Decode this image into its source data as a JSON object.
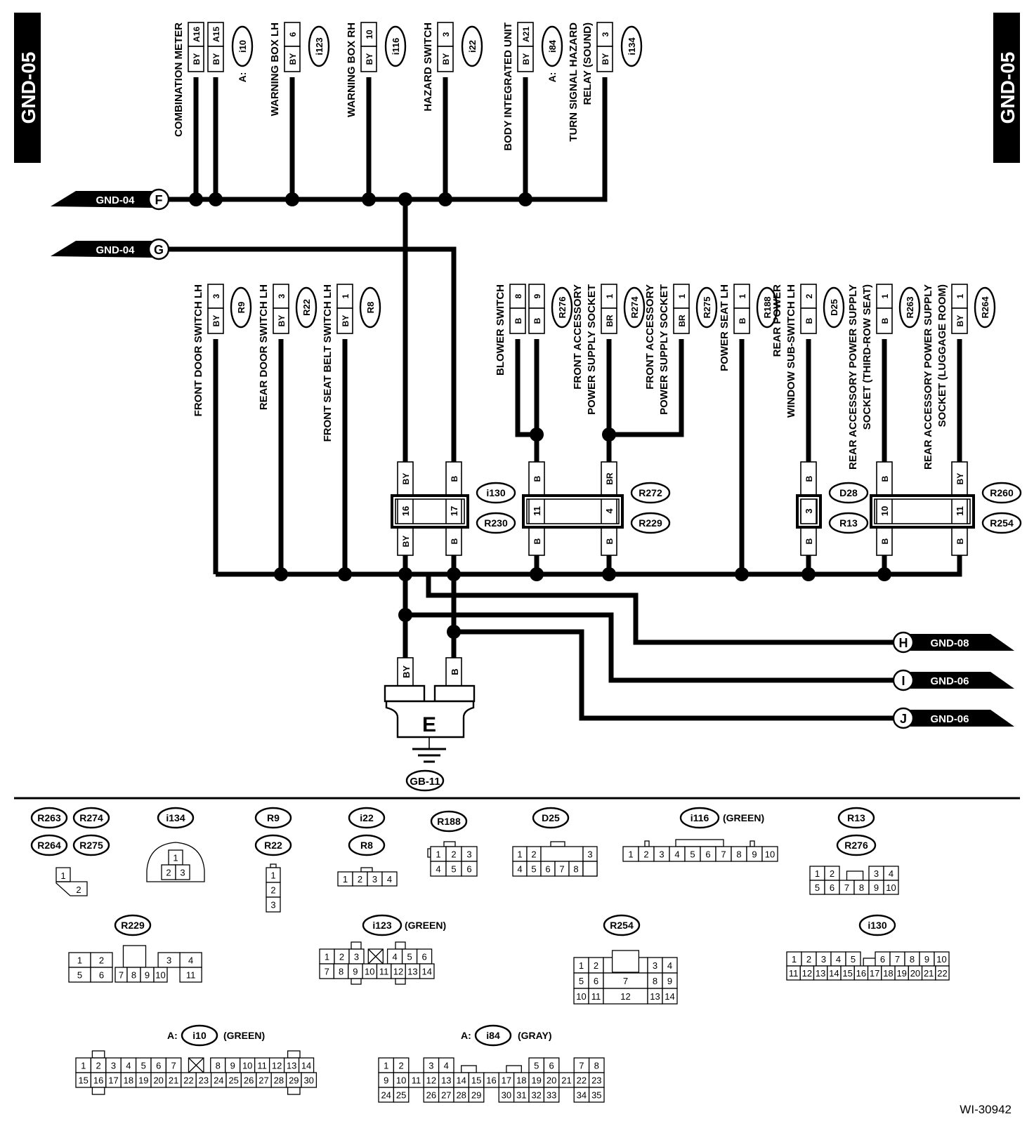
{
  "diagram_id": "WI-30942",
  "page_code": "GND-05",
  "ground_name": "E",
  "ground_point": "GB-11",
  "refs": {
    "F": "GND-04",
    "G": "GND-04",
    "H": "GND-08",
    "I": "GND-06",
    "J": "GND-06"
  },
  "top": [
    {
      "key": "cmA16",
      "label": "COMBINATION METER",
      "pin": "A16",
      "color": "BY",
      "conn": ""
    },
    {
      "key": "cmA15",
      "label": "",
      "pin": "A15",
      "color": "BY",
      "conn": "i10",
      "prefix": "A:"
    },
    {
      "key": "wblh",
      "label": "WARNING BOX LH",
      "pin": "6",
      "color": "BY",
      "conn": "i123"
    },
    {
      "key": "wbrh",
      "label": "WARNING BOX RH",
      "pin": "10",
      "color": "BY",
      "conn": "i116"
    },
    {
      "key": "haz",
      "label": "HAZARD SWITCH",
      "pin": "3",
      "color": "BY",
      "conn": "i22"
    },
    {
      "key": "biu",
      "label": "BODY INTEGRATED UNIT",
      "pin": "A21",
      "color": "BY",
      "conn": "i84",
      "prefix": "A:"
    },
    {
      "key": "tsr",
      "label": "TURN SIGNAL HAZARD",
      "label2": "RELAY (SOUND)",
      "pin": "3",
      "color": "BY",
      "conn": "i134"
    }
  ],
  "mid": [
    {
      "key": "fdsw",
      "label": "FRONT DOOR SWITCH LH",
      "pin": "3",
      "color": "BY",
      "conn": "R9"
    },
    {
      "key": "rdsw",
      "label": "REAR DOOR SWITCH LH",
      "pin": "3",
      "color": "BY",
      "conn": "R22"
    },
    {
      "key": "fsb",
      "label": "FRONT SEAT BELT SWITCH LH",
      "pin": "1",
      "color": "BY",
      "conn": "R8"
    },
    {
      "key": "blw8",
      "label": "BLOWER SWITCH",
      "pin": "8",
      "color": "B",
      "conn": ""
    },
    {
      "key": "blw9",
      "label": "",
      "pin": "9",
      "color": "B",
      "conn": "R276"
    },
    {
      "key": "faps1",
      "label": "FRONT ACCESSORY",
      "label2": "POWER SUPPLY SOCKET",
      "pin": "1",
      "color": "BR",
      "conn": "R274"
    },
    {
      "key": "faps2",
      "label": "FRONT ACCESSORY",
      "label2": "POWER SUPPLY SOCKET",
      "pin": "1",
      "color": "BR",
      "conn": "R275"
    },
    {
      "key": "psl",
      "label": "POWER SEAT LH",
      "pin": "1",
      "color": "B",
      "conn": "R188"
    },
    {
      "key": "rpw",
      "label": "REAR POWER",
      "label2": "WINDOW SUB-SWITCH LH",
      "pin": "2",
      "color": "B",
      "conn": "D25"
    },
    {
      "key": "raps3",
      "label": "REAR ACCESSORY POWER SUPPLY",
      "label2": "SOCKET (THIRD-ROW SEAT)",
      "pin": "1",
      "color": "B",
      "conn": "R263"
    },
    {
      "key": "rapsl",
      "label": "REAR ACCESSORY POWER SUPPLY",
      "label2": "SOCKET (LUGGAGE ROOM)",
      "pin": "1",
      "color": "BY",
      "conn": "R264"
    }
  ],
  "joints": [
    {
      "key": "j1",
      "top": "i130",
      "bot": "R230",
      "pins": [
        "16",
        "17"
      ],
      "colors_top": [
        "BY",
        "B"
      ],
      "colors_bot": [
        "BY",
        "B"
      ]
    },
    {
      "key": "j2",
      "top": "R272",
      "bot": "R229",
      "pins": [
        "11",
        "4"
      ],
      "colors_top": [
        "B",
        "BR"
      ],
      "colors_bot": [
        "B",
        "B"
      ]
    },
    {
      "key": "j3",
      "top": "D28",
      "bot": "R13",
      "pins": [
        "3"
      ],
      "colors_top": [
        "B"
      ],
      "colors_bot": [
        "B"
      ]
    },
    {
      "key": "j4",
      "top": "R260",
      "bot": "R254",
      "pins": [
        "10",
        "11"
      ],
      "colors_top": [
        "B",
        "BY"
      ],
      "colors_bot": [
        "B",
        "B"
      ]
    }
  ],
  "ground_wires": [
    "BY",
    "B"
  ],
  "faces": {
    "c1": {
      "names": [
        "R263",
        "R274",
        "R264",
        "R275"
      ],
      "pins": [
        "1",
        "2"
      ]
    },
    "i134": {
      "name": "i134",
      "pins": [
        "1",
        "2",
        "3"
      ]
    },
    "r9": {
      "names": [
        "R9",
        "R22"
      ],
      "pins": [
        "1",
        "2",
        "3"
      ]
    },
    "i22": {
      "names": [
        "i22",
        "R8"
      ],
      "pins": [
        "1",
        "2",
        "3",
        "4"
      ]
    },
    "r188": {
      "name": "R188",
      "pins": [
        "1",
        "2",
        "3",
        "4",
        "5",
        "6"
      ]
    },
    "d25": {
      "name": "D25",
      "pins": [
        "1",
        "2",
        "3",
        "4",
        "5",
        "6",
        "7",
        "8"
      ]
    },
    "i116": {
      "name": "i116",
      "note": "(GREEN)",
      "pins": [
        "1",
        "2",
        "3",
        "4",
        "5",
        "6",
        "7",
        "8",
        "9",
        "10"
      ]
    },
    "r13": {
      "names": [
        "R13",
        "R276"
      ],
      "pins": [
        "1",
        "2",
        "3",
        "4",
        "5",
        "6",
        "7",
        "8",
        "9",
        "10"
      ]
    },
    "r229": {
      "name": "R229",
      "pins": [
        "1",
        "2",
        "3",
        "4",
        "5",
        "6",
        "7",
        "8",
        "9",
        "10",
        "11"
      ]
    },
    "i123": {
      "name": "i123",
      "note": "(GREEN)",
      "pins": [
        "1",
        "2",
        "3",
        "4",
        "5",
        "6",
        "7",
        "8",
        "9",
        "10",
        "11",
        "12",
        "13",
        "14"
      ]
    },
    "r254": {
      "name": "R254",
      "pins": [
        "1",
        "2",
        "3",
        "4",
        "5",
        "6",
        "7",
        "8",
        "9",
        "10",
        "11",
        "12",
        "13",
        "14"
      ]
    },
    "i130": {
      "name": "i130",
      "pins": [
        "1",
        "2",
        "3",
        "4",
        "5",
        "6",
        "7",
        "8",
        "9",
        "10",
        "11",
        "12",
        "13",
        "14",
        "15",
        "16",
        "17",
        "18",
        "19",
        "20",
        "21",
        "22"
      ]
    },
    "i10": {
      "prefix": "A:",
      "name": "i10",
      "note": "(GREEN)",
      "pins": [
        "1",
        "2",
        "3",
        "4",
        "5",
        "6",
        "7",
        "8",
        "9",
        "10",
        "11",
        "12",
        "13",
        "14",
        "15",
        "16",
        "17",
        "18",
        "19",
        "20",
        "21",
        "22",
        "23",
        "24",
        "25",
        "26",
        "27",
        "28",
        "29",
        "30"
      ]
    },
    "i84": {
      "prefix": "A:",
      "name": "i84",
      "note": "(GRAY)",
      "pins": [
        "1",
        "2",
        "3",
        "4",
        "5",
        "6",
        "7",
        "8",
        "9",
        "10",
        "11",
        "12",
        "13",
        "14",
        "15",
        "16",
        "17",
        "18",
        "19",
        "20",
        "21",
        "22",
        "23",
        "24",
        "25",
        "26",
        "27",
        "28",
        "29",
        "30",
        "31",
        "32",
        "33",
        "34",
        "35"
      ]
    }
  }
}
